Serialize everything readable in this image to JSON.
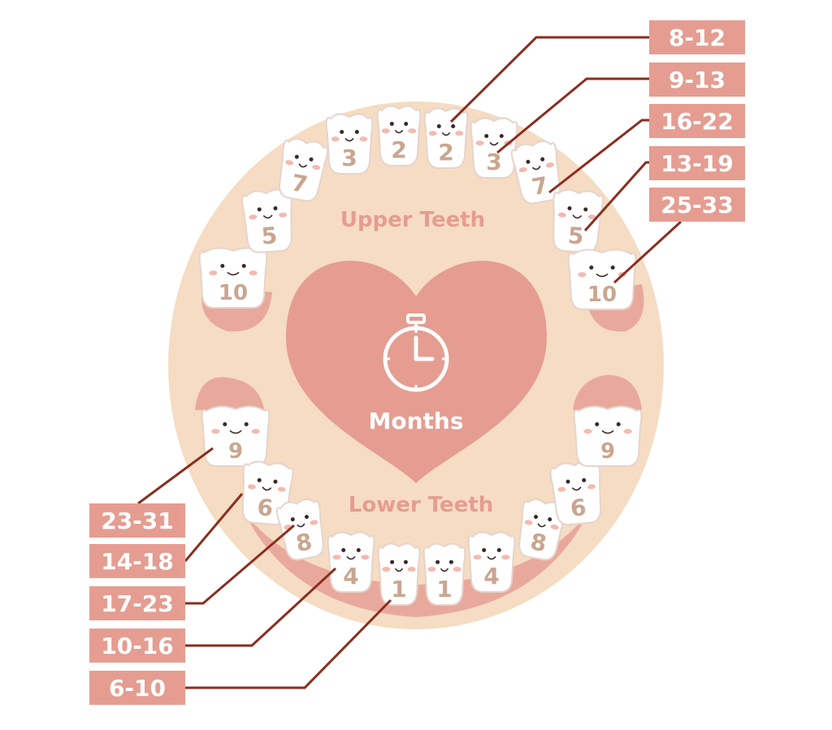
{
  "diagram": {
    "center_label": "Months",
    "upper_title": "Upper Teeth",
    "lower_title": "Lower Teeth",
    "center_icon": "stopwatch-icon",
    "colors": {
      "outer_disc": "#f5dcc3",
      "heart": "#e59d91",
      "gum": "#e8a99c",
      "label_box": "#e59d91",
      "leader": "#8b2d1f",
      "tooth_number": "#c9a690",
      "subtitle_text": "#e59d91"
    },
    "upper_teeth": [
      {
        "number": "10",
        "side": "left"
      },
      {
        "number": "5",
        "side": "left"
      },
      {
        "number": "7",
        "side": "left"
      },
      {
        "number": "3",
        "side": "left"
      },
      {
        "number": "2",
        "side": "left"
      },
      {
        "number": "2",
        "side": "right"
      },
      {
        "number": "3",
        "side": "right"
      },
      {
        "number": "7",
        "side": "right"
      },
      {
        "number": "5",
        "side": "right"
      },
      {
        "number": "10",
        "side": "right"
      }
    ],
    "lower_teeth": [
      {
        "number": "9",
        "side": "left"
      },
      {
        "number": "6",
        "side": "left"
      },
      {
        "number": "8",
        "side": "left"
      },
      {
        "number": "4",
        "side": "left"
      },
      {
        "number": "1",
        "side": "left"
      },
      {
        "number": "1",
        "side": "right"
      },
      {
        "number": "4",
        "side": "right"
      },
      {
        "number": "8",
        "side": "right"
      },
      {
        "number": "6",
        "side": "right"
      },
      {
        "number": "9",
        "side": "right"
      }
    ],
    "upper_labels": [
      "8-12",
      "9-13",
      "16-22",
      "13-19",
      "25-33"
    ],
    "lower_labels": [
      "23-31",
      "14-18",
      "17-23",
      "10-16",
      "6-10"
    ]
  }
}
